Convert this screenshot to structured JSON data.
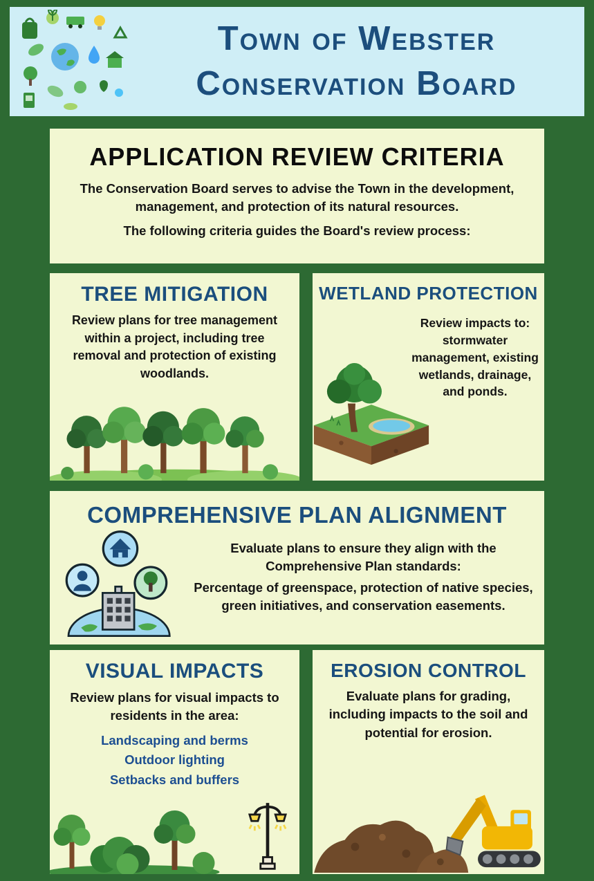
{
  "header": {
    "title_line1": "Town of Webster",
    "title_line2": "Conservation Board"
  },
  "intro": {
    "title": "APPLICATION REVIEW CRITERIA",
    "paragraph1": "The Conservation Board serves to advise the Town in the development, management, and protection of its natural resources.",
    "paragraph2": "The following criteria guides the Board's review process:"
  },
  "cards": {
    "tree_mitigation": {
      "title": "TREE MITIGATION",
      "body": "Review plans for tree management within a project, including tree removal and protection of existing woodlands."
    },
    "wetland_protection": {
      "title": "WETLAND PROTECTION",
      "body": "Review impacts to: stormwater management, existing wetlands, drainage, and ponds."
    },
    "comprehensive_plan": {
      "title": "COMPREHENSIVE PLAN ALIGNMENT",
      "body_line1": "Evaluate plans to ensure they align with the Comprehensive Plan standards:",
      "body_line2": "Percentage of greenspace, protection of native species, green initiatives, and conservation easements."
    },
    "visual_impacts": {
      "title": "VISUAL IMPACTS",
      "body": "Review plans for visual impacts to residents in the area:",
      "items": [
        "Landscaping and berms",
        "Outdoor lighting",
        "Setbacks and buffers"
      ]
    },
    "erosion_control": {
      "title": "EROSION CONTROL",
      "body": "Evaluate plans for grading, including impacts to the soil and potential for erosion."
    }
  },
  "colors": {
    "background_green": "#2d6a33",
    "banner_blue": "#cfeef6",
    "panel_cream": "#f2f7d2",
    "heading_navy": "#1b4e7d",
    "list_blue": "#1d4f92"
  }
}
